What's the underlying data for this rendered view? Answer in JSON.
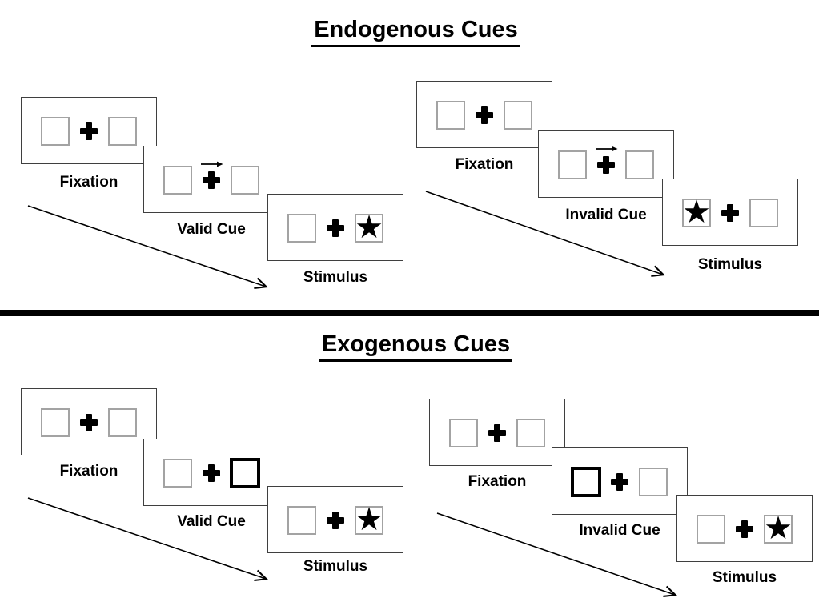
{
  "sections": [
    {
      "title": "Endogenous Cues",
      "groups": [
        {
          "id": "endogenous-valid",
          "cue_type": "central-arrow",
          "panels": [
            {
              "label": "Fixation",
              "content": "empty-boxes"
            },
            {
              "label": "Valid Cue",
              "content": "arrow-over-cross",
              "arrow_direction": "right"
            },
            {
              "label": "Stimulus",
              "content": "star-in-box",
              "star_side": "right"
            }
          ]
        },
        {
          "id": "endogenous-invalid",
          "cue_type": "central-arrow",
          "panels": [
            {
              "label": "Fixation",
              "content": "empty-boxes"
            },
            {
              "label": "Invalid Cue",
              "content": "arrow-over-cross",
              "arrow_direction": "right"
            },
            {
              "label": "Stimulus",
              "content": "star-in-box",
              "star_side": "left"
            }
          ]
        }
      ]
    },
    {
      "title": "Exogenous Cues",
      "groups": [
        {
          "id": "exogenous-valid",
          "cue_type": "peripheral-box",
          "panels": [
            {
              "label": "Fixation",
              "content": "empty-boxes"
            },
            {
              "label": "Valid Cue",
              "content": "highlighted-box",
              "cue_side": "right"
            },
            {
              "label": "Stimulus",
              "content": "star-in-box",
              "star_side": "right"
            }
          ]
        },
        {
          "id": "exogenous-invalid",
          "cue_type": "peripheral-box",
          "panels": [
            {
              "label": "Fixation",
              "content": "empty-boxes"
            },
            {
              "label": "Invalid Cue",
              "content": "highlighted-box",
              "cue_side": "left"
            },
            {
              "label": "Stimulus",
              "content": "star-in-box",
              "star_side": "right"
            }
          ]
        }
      ]
    }
  ],
  "icons": {
    "star": "★"
  },
  "colors": {
    "background": "#ffffff",
    "ink": "#000000",
    "panel_border": "#3f3f3f",
    "box_border": "#a3a3a3",
    "cue_box_border": "#000000",
    "divider": "#000000"
  }
}
